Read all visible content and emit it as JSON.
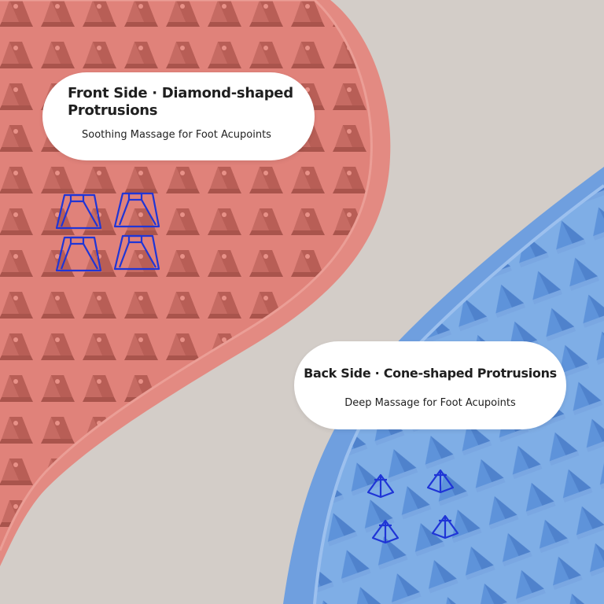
{
  "front_label": {
    "title": "Front Side · Diamond-shaped Protrusions",
    "subtitle": "Soothing Massage for Foot Acupoints"
  },
  "back_label": {
    "title": "Back Side · Cone-shaped Protrusions",
    "subtitle": "Deep Massage for Foot Acupoints"
  },
  "colors": {
    "background": "#d3cdc8",
    "front_mat": "#e0827a",
    "front_pyramid_shadow": "#b85e56",
    "back_mat": "#7faee6",
    "back_cone_shadow": "#4f82cc",
    "highlight_outline": "#1f35d6",
    "label_background": "#ffffff",
    "label_text": "#1f1f1f"
  },
  "icons": [
    "diamond-protrusion-outline-icon",
    "cone-protrusion-outline-icon"
  ]
}
